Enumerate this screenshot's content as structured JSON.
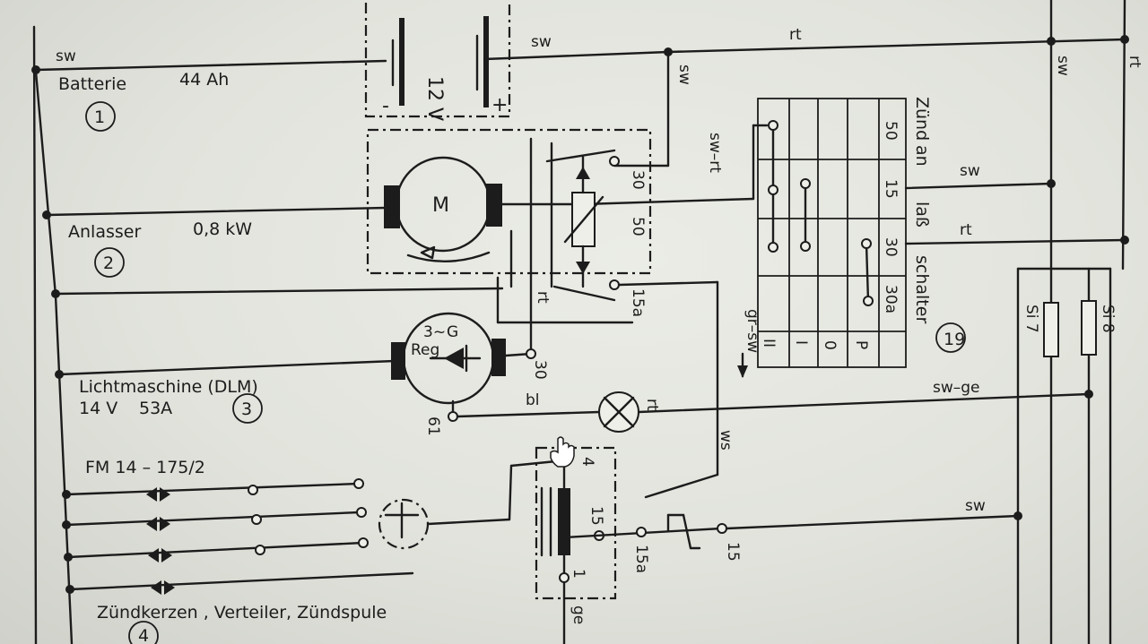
{
  "components": {
    "battery": {
      "name": "Batterie",
      "spec": "44 Ah",
      "number": "1",
      "voltage": "12 V",
      "minus": "-",
      "plus": "+"
    },
    "starter": {
      "name": "Anlasser",
      "spec": "0,8 kW",
      "number": "2",
      "motor_symbol": "M"
    },
    "alternator": {
      "name": "Lichtmaschine (DLM)",
      "spec_voltage": "14 V",
      "spec_current": "53A",
      "number": "3",
      "symbol_g": "G",
      "symbol_phase": "3~",
      "symbol_reg": "Reg"
    },
    "ignition": {
      "title": "FM 14 – 175/2",
      "caption": "Zündkerzen , Verteiler, Zündspule",
      "number": "4"
    },
    "switch": {
      "name_parts": [
        "Zünd",
        "an",
        "laß",
        "schalter"
      ],
      "number": "19",
      "rows": [
        "50",
        "15",
        "30",
        "30a"
      ],
      "positions": [
        "P",
        "0",
        "I",
        "II"
      ]
    },
    "fuses": [
      "Si 7",
      "Si 8"
    ]
  },
  "terminals": {
    "t30_top": "30",
    "t50": "50",
    "t15a": "15a",
    "t30_alt": "30",
    "t61": "61",
    "coil_4": "4",
    "coil_15": "15",
    "coil_1": "1",
    "t15a_low": "15a",
    "t15_low": "15"
  },
  "wire_colors": {
    "sw_batt": "sw",
    "sw_top": "sw",
    "rt_top": "rt",
    "sw_vert": "sw",
    "sw_rt": "sw–rt",
    "sw_right": "sw",
    "rt_right": "rt",
    "sw_rail": "sw",
    "rt_rail": "rt",
    "rt_starter": "rt",
    "bl": "bl",
    "rt_lamp": "rt",
    "sw_ge": "sw–ge",
    "ws": "ws",
    "gr_sw": "gr–sw",
    "sw_bottom": "sw",
    "ge": "ge"
  }
}
